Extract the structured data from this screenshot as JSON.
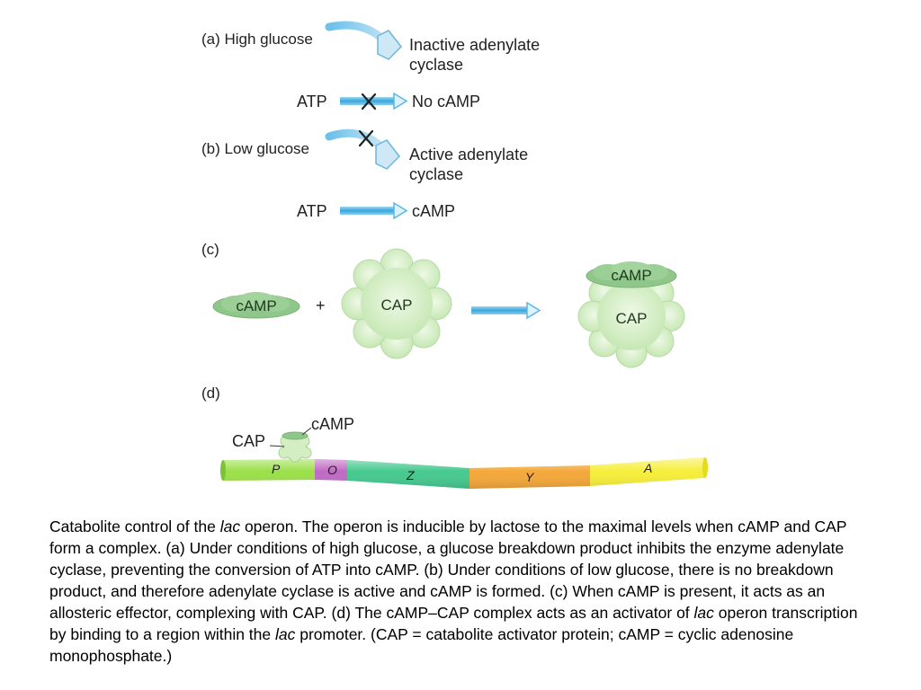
{
  "panel_a": {
    "label": "(a) High glucose",
    "enzyme": [
      "Inactive adenylate",
      "cyclase"
    ],
    "substrate": "ATP",
    "product": "No cAMP"
  },
  "panel_b": {
    "label": "(b) Low glucose",
    "enzyme": [
      "Active adenylate",
      "cyclase"
    ],
    "substrate": "ATP",
    "product": "cAMP"
  },
  "panel_c": {
    "label": "(c)",
    "camp": "cAMP",
    "plus": "+",
    "cap": "CAP",
    "complex_camp": "cAMP",
    "complex_cap": "CAP"
  },
  "panel_d": {
    "label": "(d)",
    "cap": "CAP",
    "camp": "cAMP",
    "genes": [
      "P",
      "O",
      "Z",
      "Y",
      "A"
    ]
  },
  "colors": {
    "arrow_blue": "#5bb8e6",
    "cyclase_blue": "#cfe8f6",
    "camp_green": "#8fc68a",
    "cap_green": "#d6efc8",
    "seg_P": "#9be04a",
    "seg_O": "#c06bc4",
    "seg_Z": "#46c98f",
    "seg_Y": "#f5a83a",
    "seg_A": "#f6ee3a"
  },
  "caption": {
    "s1": "Catabolite control of the ",
    "lac1": "lac",
    "s2": " operon. The operon is inducible by lactose to the maximal levels when cAMP and CAP form a complex. (a) Under conditions of high glucose, a glucose breakdown product inhibits the enzyme adenylate cyclase, preventing the conversion of ATP into cAMP. (b) Under conditions of low glucose, there is no breakdown product, and therefore adenylate cyclase is active and cAMP is formed. (c) When cAMP is present, it acts as an allosteric effector, complexing with CAP. (d) The cAMP–CAP complex acts as an activator of ",
    "lac2": "lac",
    "s3": " operon transcription by binding to a region within the ",
    "lac3": "lac",
    "s4": " promoter. (CAP = catabolite activator protein; cAMP = cyclic adenosine monophosphate.)"
  }
}
